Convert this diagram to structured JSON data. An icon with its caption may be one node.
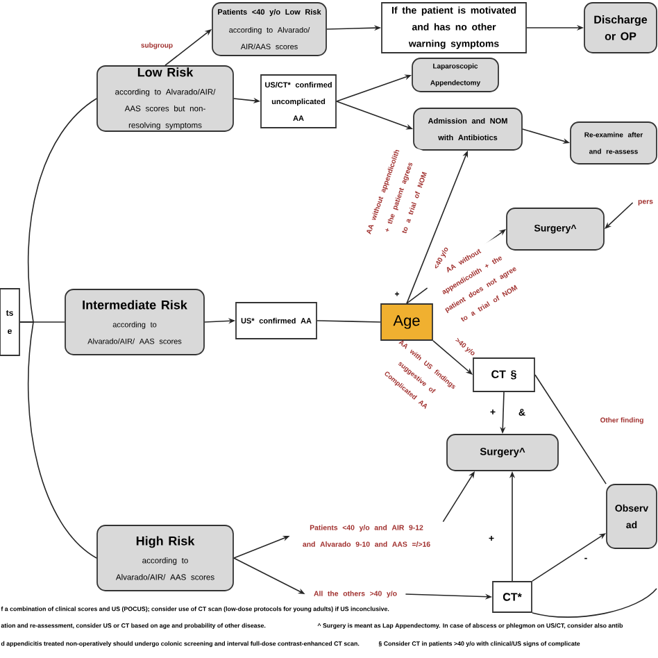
{
  "diagram": {
    "nodes": [
      {
        "text": [
          "ts",
          "e"
        ]
      },
      {
        "text": [
          "Low Risk",
          "according to Alvarado/AIR/ AAS scores but non-resolving symptoms"
        ]
      },
      {
        "text": [
          "Patients <40 y/o Low Risk",
          "according to Alvarado/ AIR/AAS scores"
        ]
      },
      {
        "text": [
          "If the patient is motivated and has no other warning symptoms"
        ]
      },
      {
        "text": [
          "Discharge or OP"
        ]
      },
      {
        "text": [
          "US/CT* confirmed uncomplicated AA"
        ]
      },
      {
        "text": [
          "Laparoscopic Appendectomy"
        ]
      },
      {
        "text": [
          "Admission and NOM with Antibiotics"
        ]
      },
      {
        "text": [
          "Re-examine after and re-assess"
        ]
      },
      {
        "text": [
          "Surgery^"
        ]
      },
      {
        "text": [
          "Intermediate Risk",
          "according to Alvarado/AIR/ AAS scores"
        ]
      },
      {
        "text": [
          "US* confirmed AA"
        ]
      },
      {
        "text": [
          "Age"
        ]
      },
      {
        "text": [
          "CT §"
        ]
      },
      {
        "text": [
          "Surgery^"
        ]
      },
      {
        "text": [
          "Observ ad"
        ]
      },
      {
        "text": [
          "High Risk",
          "according to Alvarado/AIR/ AAS scores"
        ]
      },
      {
        "text": [
          "CT*"
        ]
      },
      {
        "text": [
          "Patients <40 y/o and AIR 9-12 and Alvarado 9-10 and AAS =/>16"
        ]
      },
      {
        "text": [
          "All the others >40 y/o"
        ]
      },
      {
        "text": [
          "pers"
        ]
      }
    ],
    "edges": [
      {
        "from": 0,
        "to": 1,
        "arrow": "none"
      },
      {
        "from": 0,
        "to": 10,
        "arrow": "none"
      },
      {
        "from": 0,
        "to": 16,
        "arrow": "none"
      },
      {
        "from": 1,
        "to": 2,
        "arrow": "to",
        "label": "subgroup"
      },
      {
        "from": 2,
        "to": 3,
        "arrow": "to"
      },
      {
        "from": 3,
        "to": 4,
        "arrow": "to"
      },
      {
        "from": 1,
        "to": 5,
        "arrow": "to"
      },
      {
        "from": 5,
        "to": 6,
        "arrow": "to"
      },
      {
        "from": 5,
        "to": 7,
        "arrow": "to"
      },
      {
        "from": 7,
        "to": 8,
        "arrow": "to"
      },
      {
        "from": 10,
        "to": 11,
        "arrow": "to"
      },
      {
        "from": 11,
        "to": 12,
        "arrow": "none"
      },
      {
        "from": 12,
        "to": 7,
        "arrow": "to",
        "label": "AA without appendicolith + the patient agrees to a trial of NOM"
      },
      {
        "from": 12,
        "to": 9,
        "arrow": "to",
        "label": "AA without appendicolith + the patient does not agree to a trial of NOM"
      },
      {
        "from": 12,
        "to": 13,
        "arrow": "to",
        "label": ">40 y/o"
      },
      {
        "from": 13,
        "to": 14,
        "arrow": "to"
      },
      {
        "from": 13,
        "to": 15,
        "arrow": "none",
        "label": "Other finding"
      },
      {
        "from": 16,
        "to": 18,
        "arrow": "to"
      },
      {
        "from": 18,
        "to": 14,
        "arrow": "to"
      },
      {
        "from": 16,
        "to": 19,
        "arrow": "to"
      },
      {
        "from": 19,
        "to": 17,
        "arrow": "to"
      },
      {
        "from": 17,
        "to": 14,
        "arrow": "to"
      },
      {
        "from": 17,
        "to": 15,
        "arrow": "to"
      },
      {
        "from": 17,
        "to": null,
        "arrow": "none"
      },
      {
        "from": 20,
        "to": 9,
        "arrow": "to"
      }
    ],
    "labels": [
      "+",
      "<40 y/o",
      "AA with US findings suggestive of Complicated AA",
      "+",
      "&",
      "+",
      "-",
      "f a combination of clinical scores and US (POCUS); consider use of CT scan (low-dose protocols for young adults) if US inconclusive.",
      "ation and re-assessment, consider US or CT based on age and probability of other disease.",
      "^ Surgery is meant as Lap Appendectomy. In case of abscess or phlegmon on US/CT, consider also antib",
      "d appendicitis treated non-operatively should undergo colonic screening and interval full-dose contrast-enhanced CT scan.",
      "§ Consider CT in patients >40 y/o with clinical/US signs of complicate"
    ]
  }
}
